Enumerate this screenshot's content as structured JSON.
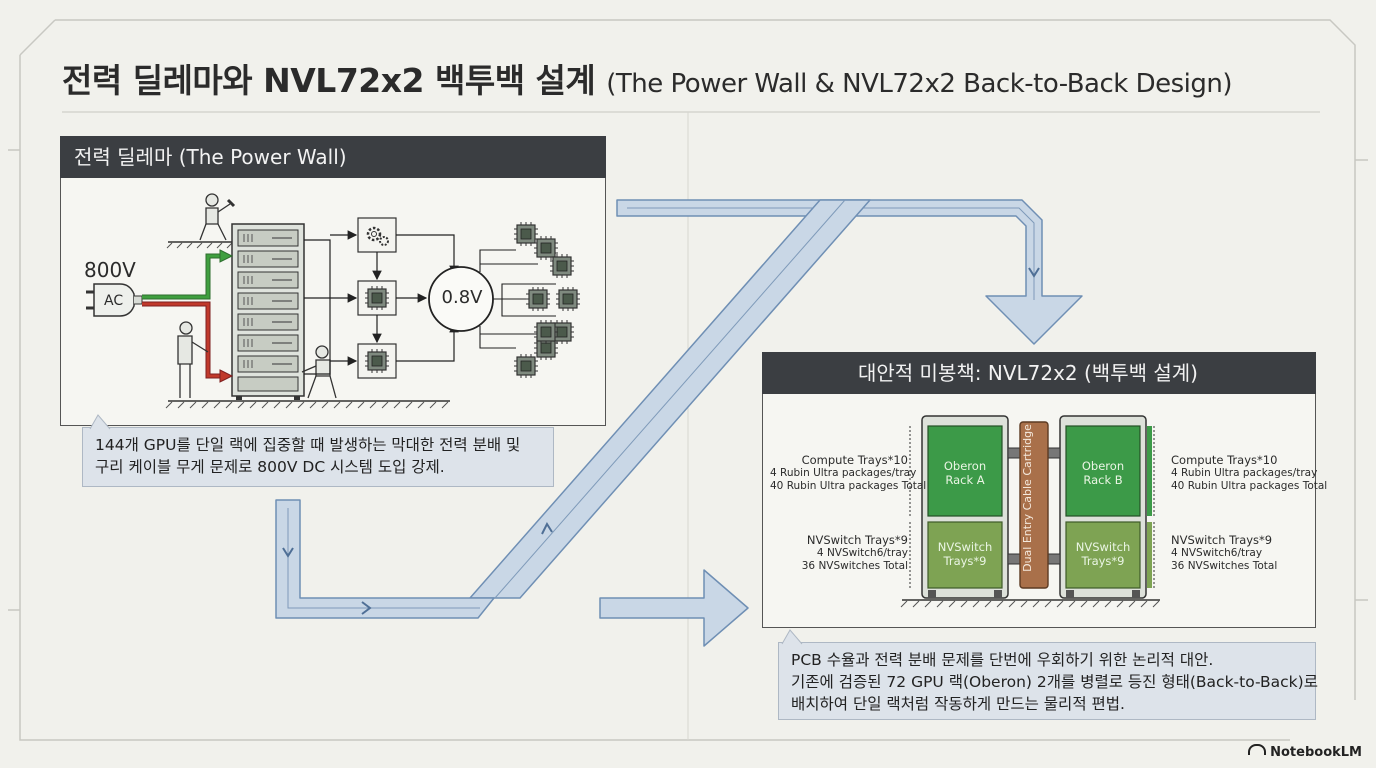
{
  "title": {
    "main": "전력 딜레마와 NVL72x2 백투백 설계",
    "sub": "(The Power Wall & NVL72x2 Back-to-Back Design)"
  },
  "power_wall": {
    "header": "전력 딜레마 (The Power Wall)",
    "input_voltage": "800V",
    "plug_label": "AC",
    "output_voltage": "0.8V",
    "callout": [
      "144개 GPU를 단일 랙에 집중할 때 발생하는 막대한 전력 분배 및",
      "구리 케이블 무게 문제로 800V DC 시스템 도입 강제."
    ]
  },
  "alternative": {
    "header": "대안적 미봉책: NVL72x2 (백투백 설계)",
    "rack_a": {
      "name_line1": "Oberon",
      "name_line2": "Rack A",
      "switch_line1": "NVSwitch",
      "switch_line2": "Trays*9"
    },
    "rack_b": {
      "name_line1": "Oberon",
      "name_line2": "Rack B",
      "switch_line1": "NVSwitch",
      "switch_line2": "Trays*9"
    },
    "cartridge": "Dual Entry Cable Cartridge",
    "left_compute": {
      "heading": "Compute Trays*10",
      "line1": "4 Rubin Ultra packages/tray",
      "line2": "40 Rubin Ultra packages Total"
    },
    "left_switch": {
      "heading": "NVSwitch Trays*9",
      "line1": "4 NVSwitch6/tray",
      "line2": "36 NVSwitches Total"
    },
    "right_compute": {
      "heading": "Compute Trays*10",
      "line1": "4 Rubin Ultra packages/tray",
      "line2": "40 Rubin Ultra packages Total"
    },
    "right_switch": {
      "heading": "NVSwitch Trays*9",
      "line1": "4 NVSwitch6/tray",
      "line2": "36 NVSwitches Total"
    },
    "callout": [
      "PCB 수율과 전력 분배 문제를 단번에 우회하기 위한 논리적 대안.",
      "기존에 검증된 72 GPU 랙(Oberon) 2개를 병렬로 등진 형태(Back-to-Back)로",
      "배치하여 단일 랙처럼 작동하게 만드는 물리적 편법."
    ]
  },
  "brand": "NotebookLM",
  "colors": {
    "header_bg": "#3b3e42",
    "arrow_fill": "#c9d7e6",
    "arrow_stroke": "#6f8fb4",
    "rack_green": "#3c9a48",
    "switch_green": "#7ea353",
    "cartridge_brown": "#a9704a",
    "cable_green": "#3a9a3a",
    "cable_red": "#c0392b"
  }
}
